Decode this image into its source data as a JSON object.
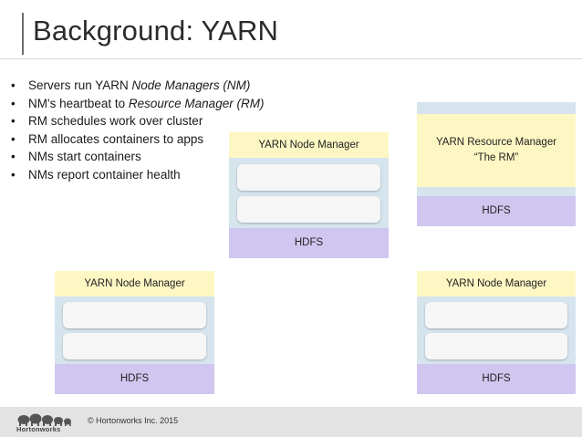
{
  "slide": {
    "title": "Background: YARN"
  },
  "bullets": [
    {
      "prefix": "Servers run YARN ",
      "emph": "Node Managers (NM)",
      "suffix": ""
    },
    {
      "prefix": "NM's heartbeat to ",
      "emph": "Resource Manager (RM)",
      "suffix": ""
    },
    {
      "prefix": "RM schedules work over cluster",
      "emph": "",
      "suffix": ""
    },
    {
      "prefix": "RM allocates containers to apps",
      "emph": "",
      "suffix": ""
    },
    {
      "prefix": "NMs start containers",
      "emph": "",
      "suffix": ""
    },
    {
      "prefix": "NMs report container health",
      "emph": "",
      "suffix": ""
    }
  ],
  "nodes": {
    "center": {
      "label": "YARN Node Manager",
      "hdfs": "HDFS"
    },
    "bottom_left": {
      "label": "YARN Node Manager",
      "hdfs": "HDFS"
    },
    "bottom_right": {
      "label": "YARN Node Manager",
      "hdfs": "HDFS"
    }
  },
  "resource_manager": {
    "label_line1": "YARN Resource Manager",
    "label_line2": "“The RM”",
    "hdfs": "HDFS"
  },
  "footer": {
    "logo_text": "Hortonworks",
    "copyright": "© Hortonworks Inc. 2015"
  },
  "colors": {
    "node_manager": "#fdf7c3",
    "node_body": "#d6e4ee",
    "hdfs": "#d0c6ef",
    "container": "#f6f6f6",
    "footer": "#e3e3e3"
  }
}
